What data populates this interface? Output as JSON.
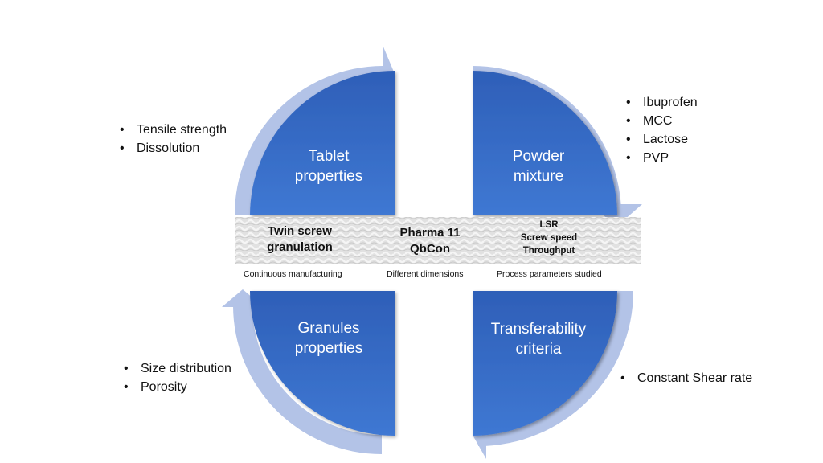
{
  "quadrants": {
    "top_left": "Tablet\nproperties",
    "top_right": "Powder\nmixture",
    "bottom_left": "Granules\nproperties",
    "bottom_right": "Transferability\ncriteria"
  },
  "lists": {
    "tablet": [
      "Tensile strength",
      "Dissolution"
    ],
    "powder": [
      "Ibuprofen",
      "MCC",
      "Lactose",
      "PVP"
    ],
    "granules": [
      "Size distribution",
      "Porosity"
    ],
    "transferability": [
      "Constant Shear rate"
    ]
  },
  "band": {
    "left": "Twin screw\ngranulation",
    "center": "Pharma 11\nQbCon",
    "right_lines": [
      "LSR",
      "Screw speed",
      "Throughput"
    ]
  },
  "captions": {
    "left": "Continuous manufacturing",
    "center": "Different dimensions",
    "right": "Process parameters studied"
  },
  "colors": {
    "quadrant_fill": "#3b6fc8",
    "arrow_fill": "#b3c3e7",
    "band": "#d8d8d8"
  }
}
